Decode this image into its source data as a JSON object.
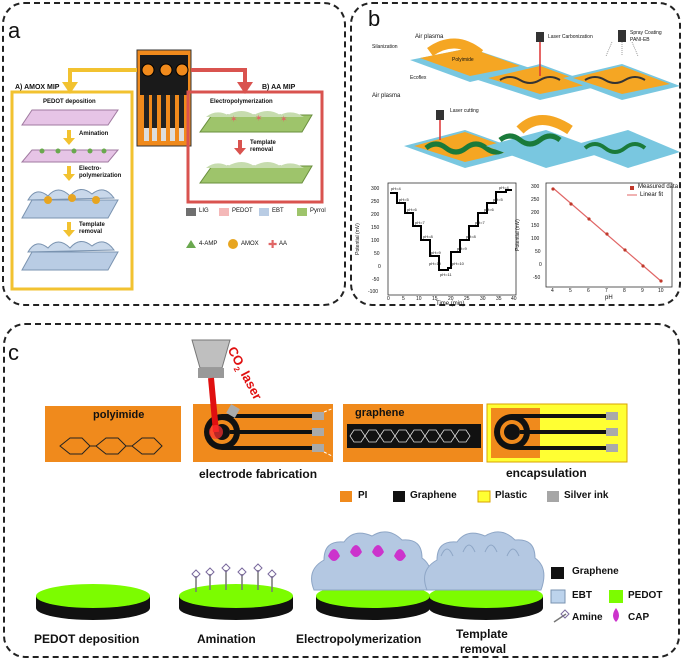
{
  "panel_a": {
    "letter": "a",
    "left_title": "A) AMOX MIP",
    "right_title": "B) AA MIP",
    "steps_left": [
      "PEDOT deposition",
      "Amination",
      "Electro-",
      "polymerization",
      "Template",
      "removal"
    ],
    "steps_right": [
      "Electropolymerization",
      "Template",
      "removal"
    ],
    "legend": [
      {
        "label": "LIG",
        "color": "#6f6f6f"
      },
      {
        "label": "PEDOT",
        "color": "#f4b8b8"
      },
      {
        "label": "EBT",
        "color": "#b9cce4"
      },
      {
        "label": "Pyrrol",
        "color": "#9ec46b"
      },
      {
        "label": "4-AMP",
        "color": "#6aa84f"
      },
      {
        "label": "AMOX",
        "color": "#e7a520"
      },
      {
        "label": "AA",
        "color": "#e06666"
      }
    ]
  },
  "panel_b": {
    "letter": "b",
    "labels": {
      "silanization": "Silanization",
      "air_plasma_top": "Air plasma",
      "polyimide": "Polyimide",
      "ecoflex": "Ecoflex",
      "air_plasma_bottom": "Air plasma",
      "laser_carbonization": "Laser Carbonization",
      "spray_coating": "Spray Coating",
      "pani_eb": "PANI-EB",
      "laser_cutting": "Laser cutting"
    },
    "chart_left": {
      "ylabel": "Potential (mV)",
      "xlabel": "Time (min)",
      "y_ticks": [
        "300",
        "250",
        "200",
        "150",
        "100",
        "50",
        "0",
        "-50",
        "-100"
      ],
      "x_ticks": [
        "0",
        "5",
        "10",
        "15",
        "20",
        "25",
        "30",
        "35",
        "40"
      ],
      "step_labels": [
        "pH=4",
        "pH=5",
        "pH=6",
        "pH=7",
        "pH=8",
        "pH=9",
        "pH=10",
        "pH=11",
        "pH=10",
        "pH=9",
        "pH=8",
        "pH=7",
        "pH=6",
        "pH=5",
        "pH=4"
      ]
    },
    "chart_right": {
      "ylabel": "Potential (mV)",
      "xlabel": "pH",
      "y_ticks": [
        "300",
        "250",
        "200",
        "150",
        "100",
        "50",
        "0",
        "-50"
      ],
      "x_ticks": [
        "4",
        "5",
        "6",
        "7",
        "8",
        "9",
        "10"
      ],
      "legend_measured": "Measured data",
      "legend_fit": "Linear fit"
    }
  },
  "panel_c": {
    "letter": "c",
    "laser_label": "laser",
    "co2_label": "CO",
    "co2_sub": "2",
    "polyimide_label": "polyimide",
    "graphene_label": "graphene",
    "electrode_fabrication": "electrode fabrication",
    "encapsulation": "encapsulation",
    "material_legend": [
      {
        "label": "PI",
        "color": "#f08a1c"
      },
      {
        "label": "Graphene",
        "color": "#111111"
      },
      {
        "label": "Plastic",
        "color": "#ffff33"
      },
      {
        "label": "Silver ink",
        "color": "#a6a6a6"
      }
    ],
    "steps": [
      "PEDOT deposition",
      "Amination",
      "Electropolymerization",
      "Template",
      "removal"
    ],
    "mip_legend": [
      {
        "label": "Graphene",
        "color": "#111111"
      },
      {
        "label": "EBT",
        "color": "#bcd3ec"
      },
      {
        "label": "PEDOT",
        "color": "#7cfc00"
      },
      {
        "label": "Amine",
        "color": "#888888"
      },
      {
        "label": "CAP",
        "color": "#cc33cc"
      }
    ]
  }
}
